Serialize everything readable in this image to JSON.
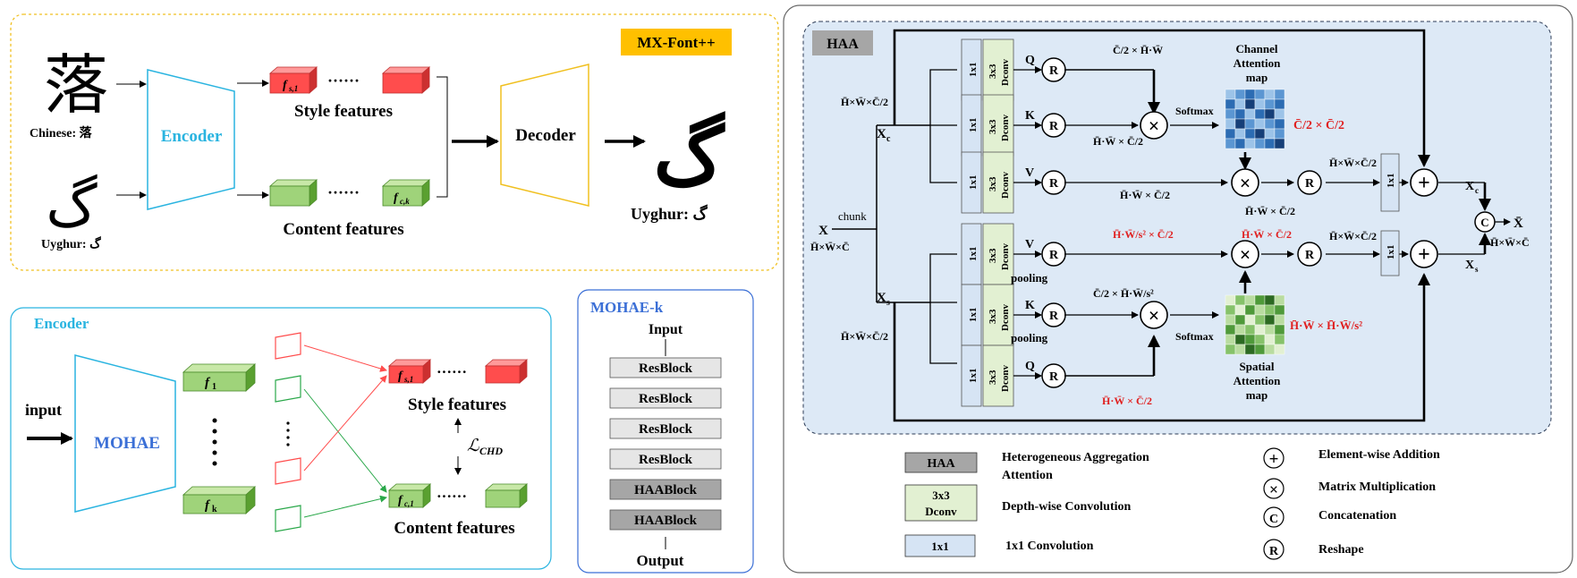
{
  "colors": {
    "style_red": "#ff4d4d",
    "content_green": "#9fd37a",
    "encoder_cyan": "#2ab4e0",
    "decoder_yellow": "#f0c020",
    "mohae_blue": "#3b6fd6",
    "haa_bg": "#dde9f6",
    "conv_green": "#e2f0d2",
    "conv_blue": "#d6e4f4",
    "badge_orange": "#ffc000",
    "red_text": "#e02020"
  },
  "top": {
    "badge": "MX-Font++",
    "chinese_label": "Chinese: 落",
    "chinese_glyph": "落",
    "uyghur_label": "Uyghur: گ",
    "uyghur_glyph": "گ",
    "encoder_label": "Encoder",
    "decoder_label": "Decoder",
    "style_caption": "Style features",
    "content_caption": "Content features",
    "style_token": "f",
    "style_sub": "s,1",
    "content_token": "f",
    "content_sub": "c,k",
    "dots": "······",
    "output_glyph": "گ",
    "output_label": "Uyghur: گ"
  },
  "encoder_panel": {
    "title": "Encoder",
    "input_label": "input",
    "mohae_label": "MOHAE",
    "f1_token": "f",
    "f1_sub": "1",
    "fk_token": "f",
    "fk_sub": "k",
    "style_caption": "Style features",
    "content_caption": "Content features",
    "loss_label": "ℒ",
    "loss_sub": "CHD",
    "s1_token": "f",
    "s1_sub": "s,1",
    "c1_token": "f",
    "c1_sub": "c,1",
    "dots": "······"
  },
  "mohae_k": {
    "title": "MOHAE-k",
    "input": "Input",
    "output": "Output",
    "blocks": [
      "ResBlock",
      "ResBlock",
      "ResBlock",
      "ResBlock",
      "HAABlock",
      "HAABlock"
    ]
  },
  "haa": {
    "tag": "HAA",
    "conv1x1": "1x1",
    "dconv_top": "3x3",
    "dconv_bottom": "Dconv",
    "q": "Q",
    "k": "K",
    "v": "V",
    "r": "R",
    "pooling": "pooling",
    "softmax": "Softmax",
    "chunk": "chunk",
    "x": "X",
    "x_dims": "H̄×W̄×C̄",
    "half_dims": "H̄×W̄×C̄/2",
    "xc": "X",
    "xc_sub": "c",
    "xs": "X",
    "xs_sub": "s",
    "channel_map": [
      "Channel",
      "Attention",
      "map"
    ],
    "spatial_map": [
      "Spatial",
      "Attention",
      "map"
    ],
    "expr_c_hw": "C̄/2 × H̄·W̄",
    "expr_hw_c": "H̄·W̄ × C̄/2",
    "expr_cc": "C̄/2 × C̄/2",
    "expr_hws_c": "H̄·W̄/s² × C̄/2",
    "expr_c_hws": "C̄/2 × H̄·W̄/s²",
    "expr_hw_hws": "H̄·W̄ × H̄·W̄/s²",
    "out_x": "X̄",
    "out_dims": "H̄×W̄×C̄"
  },
  "legend": {
    "haa_box": "HAA",
    "haa_text_1": "Heterogeneous Aggregation",
    "haa_text_2": "Attention",
    "dconv_box_1": "3x3",
    "dconv_box_2": "Dconv",
    "dconv_text": "Depth-wise Convolution",
    "conv_box": "1x1",
    "conv_text": "1x1 Convolution",
    "add_text": "Element-wise Addition",
    "mul_text": "Matrix Multiplication",
    "cat_text": "Concatenation",
    "res_text": "Reshape",
    "add_sym": "+",
    "mul_sym": "×",
    "cat_sym": "C",
    "res_sym": "R"
  }
}
